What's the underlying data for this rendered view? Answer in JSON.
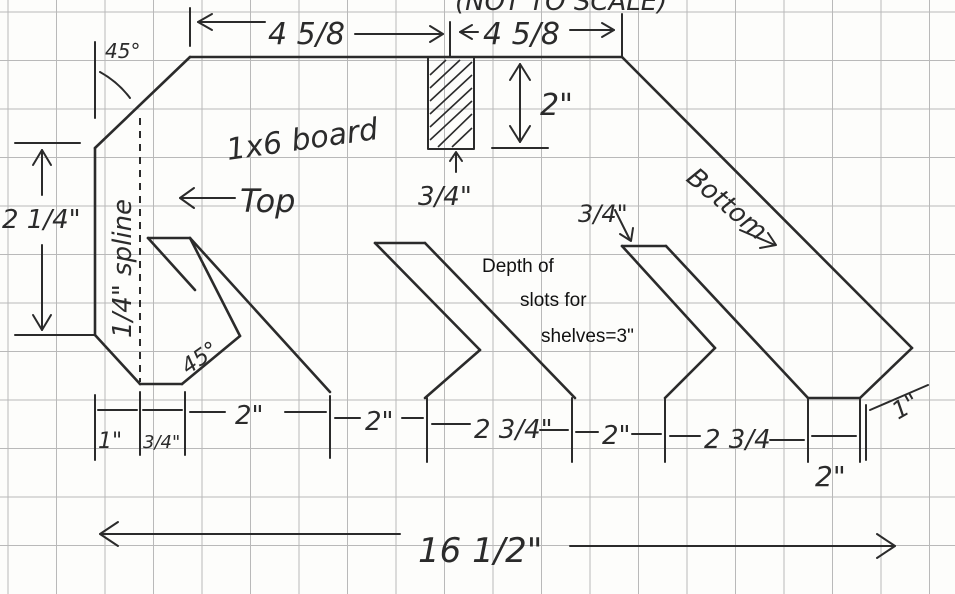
{
  "header_partial": "(NOT TO SCALE)",
  "labels": {
    "top_left_width": "4 5/8",
    "top_right_width": "4 5/8",
    "angle_top_left": "45°",
    "board": "1x6 board",
    "two_inch_height": "2\"",
    "three_quarter_board": "3/4\"",
    "left_height": "2 1/4\"",
    "spline": "1/4\" spline",
    "top": "Top",
    "bottom": "Bottom",
    "three_quarter_slot": "3/4\"",
    "angle_slot": "45°",
    "depth_line1": "Depth of",
    "depth_line2": "slots for",
    "depth_line3": "shelves=3\""
  },
  "dimensions": [
    "1\"",
    "3/4\"",
    "2\"",
    "2\"",
    "2 3/4\"",
    "2\"",
    "2 3/4",
    "2\"",
    "1\""
  ],
  "total_length": "16 1/2\""
}
